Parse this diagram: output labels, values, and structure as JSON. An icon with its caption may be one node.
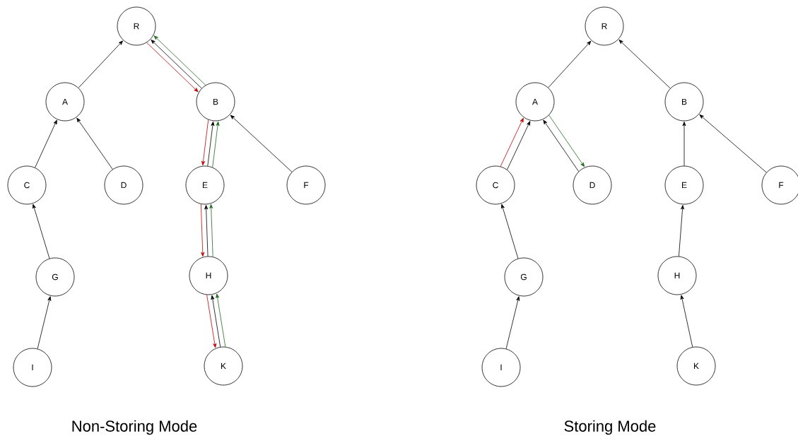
{
  "diagram": {
    "nodes": [
      {
        "text": [
          "R"
        ]
      },
      {
        "text": [
          "A"
        ]
      },
      {
        "text": [
          "B"
        ]
      },
      {
        "text": [
          "C"
        ]
      },
      {
        "text": [
          "D"
        ]
      },
      {
        "text": [
          "E"
        ]
      },
      {
        "text": [
          "F"
        ]
      },
      {
        "text": [
          "G"
        ]
      },
      {
        "text": [
          "H"
        ]
      },
      {
        "text": [
          "I"
        ]
      },
      {
        "text": [
          "K"
        ]
      },
      {
        "text": [
          "R"
        ]
      },
      {
        "text": [
          "A"
        ]
      },
      {
        "text": [
          "B"
        ]
      },
      {
        "text": [
          "C"
        ]
      },
      {
        "text": [
          "D"
        ]
      },
      {
        "text": [
          "E"
        ]
      },
      {
        "text": [
          "F"
        ]
      },
      {
        "text": [
          "G"
        ]
      },
      {
        "text": [
          "H"
        ]
      },
      {
        "text": [
          "I"
        ]
      },
      {
        "text": [
          "K"
        ]
      }
    ],
    "edges": [
      {
        "from": 1,
        "to": 0,
        "arrow": "to"
      },
      {
        "from": 2,
        "to": 0,
        "arrow": "to"
      },
      {
        "from": 3,
        "to": 1,
        "arrow": "to"
      },
      {
        "from": 4,
        "to": 1,
        "arrow": "to"
      },
      {
        "from": 5,
        "to": 2,
        "arrow": "to"
      },
      {
        "from": 6,
        "to": 2,
        "arrow": "to"
      },
      {
        "from": 7,
        "to": 3,
        "arrow": "to"
      },
      {
        "from": 9,
        "to": 7,
        "arrow": "to"
      },
      {
        "from": 8,
        "to": 5,
        "arrow": "to"
      },
      {
        "from": 10,
        "to": 8,
        "arrow": "to"
      },
      {
        "from": 0,
        "to": 2,
        "arrow": "to",
        "color": "#c00000"
      },
      {
        "from": 2,
        "to": 5,
        "arrow": "to",
        "color": "#c00000"
      },
      {
        "from": 5,
        "to": 8,
        "arrow": "to",
        "color": "#c00000"
      },
      {
        "from": 8,
        "to": 10,
        "arrow": "to",
        "color": "#c00000"
      },
      {
        "from": 10,
        "to": 8,
        "arrow": "to",
        "color": "#1e6b1e"
      },
      {
        "from": 8,
        "to": 5,
        "arrow": "to",
        "color": "#1e6b1e"
      },
      {
        "from": 5,
        "to": 2,
        "arrow": "to",
        "color": "#1e6b1e"
      },
      {
        "from": 2,
        "to": 0,
        "arrow": "to",
        "color": "#1e6b1e"
      },
      {
        "from": 12,
        "to": 11,
        "arrow": "to"
      },
      {
        "from": 13,
        "to": 11,
        "arrow": "to"
      },
      {
        "from": 14,
        "to": 12,
        "arrow": "to"
      },
      {
        "from": 15,
        "to": 12,
        "arrow": "to"
      },
      {
        "from": 16,
        "to": 13,
        "arrow": "to"
      },
      {
        "from": 17,
        "to": 13,
        "arrow": "to"
      },
      {
        "from": 18,
        "to": 14,
        "arrow": "to"
      },
      {
        "from": 20,
        "to": 18,
        "arrow": "to"
      },
      {
        "from": 19,
        "to": 16,
        "arrow": "to"
      },
      {
        "from": 21,
        "to": 19,
        "arrow": "to"
      },
      {
        "from": 14,
        "to": 12,
        "arrow": "to",
        "color": "#c00000"
      },
      {
        "from": 12,
        "to": 15,
        "arrow": "to",
        "color": "#1e6b1e"
      }
    ],
    "labels": [
      "Non-Storing Mode",
      "Storing Mode"
    ]
  }
}
